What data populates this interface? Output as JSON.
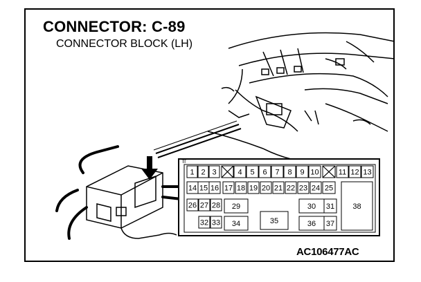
{
  "title": "CONNECTOR: C-89",
  "subtitle": "CONNECTOR BLOCK (LH)",
  "figure_code": "AC106477AC",
  "connector": {
    "row1": [
      "1",
      "2",
      "3",
      "4",
      "5",
      "6",
      "7",
      "8",
      "9",
      "10",
      "11",
      "12",
      "13"
    ],
    "row2": [
      "14",
      "15",
      "16",
      "17",
      "18",
      "19",
      "20",
      "21",
      "22",
      "23",
      "24",
      "25"
    ],
    "row3": [
      "26",
      "27",
      "28",
      "29",
      "30",
      "31"
    ],
    "large": [
      "38"
    ],
    "row4": [
      "32",
      "33",
      "34",
      "35",
      "36",
      "37"
    ]
  }
}
